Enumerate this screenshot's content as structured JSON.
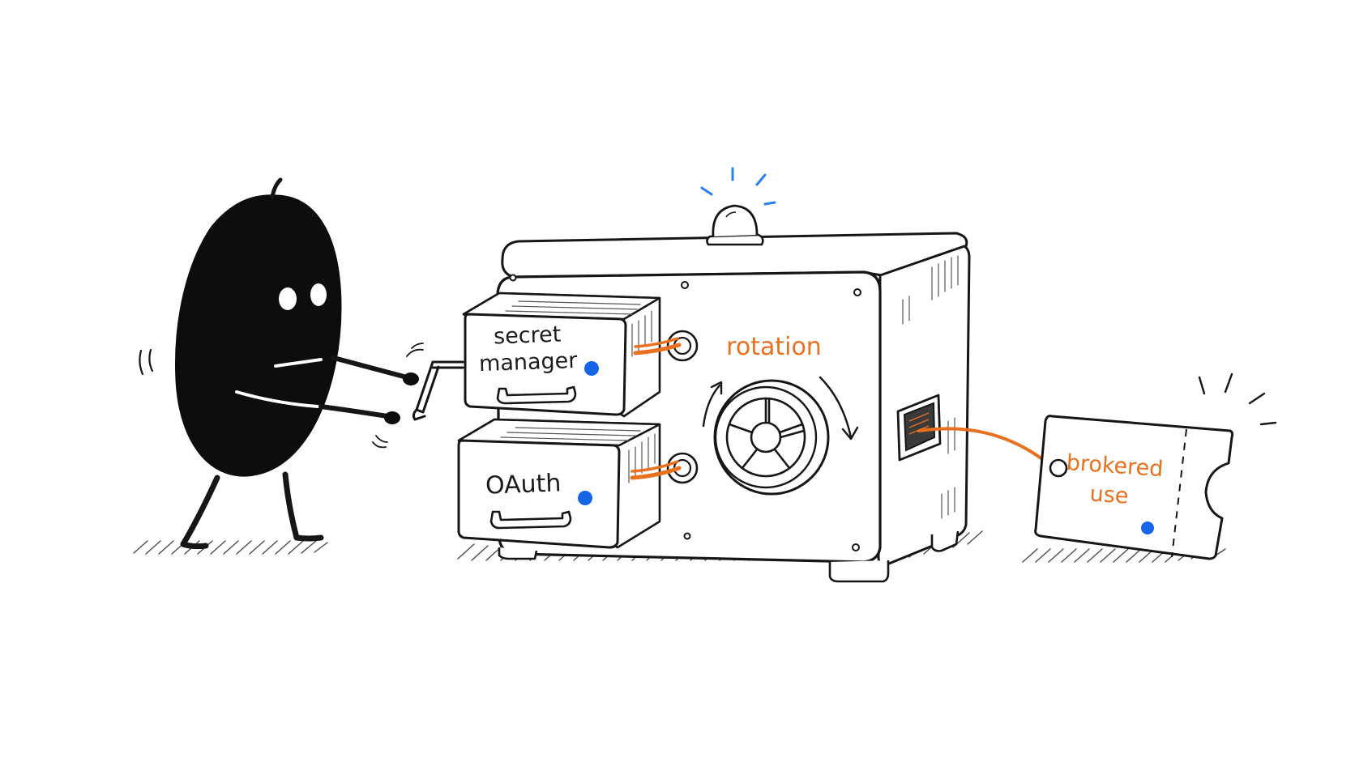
{
  "labels": {
    "drawer_top_line1": "secret",
    "drawer_top_line2": "manager",
    "drawer_bottom": "OAuth",
    "rotation": "rotation",
    "ticket_line1": "brokered",
    "ticket_line2": "use"
  },
  "colors": {
    "ink": "#161616",
    "accent_orange": "#e8701f",
    "dot_blue": "#1565e6",
    "alarm_blue": "#2a7df2",
    "paper": "#ffffff",
    "hatch": "#4a4a4a"
  },
  "icons": {
    "character": "blob-character",
    "alarm": "alarm-light-icon",
    "dial": "rotation-dial-icon",
    "crank": "hand-crank-icon",
    "ticket": "ticket-icon"
  }
}
